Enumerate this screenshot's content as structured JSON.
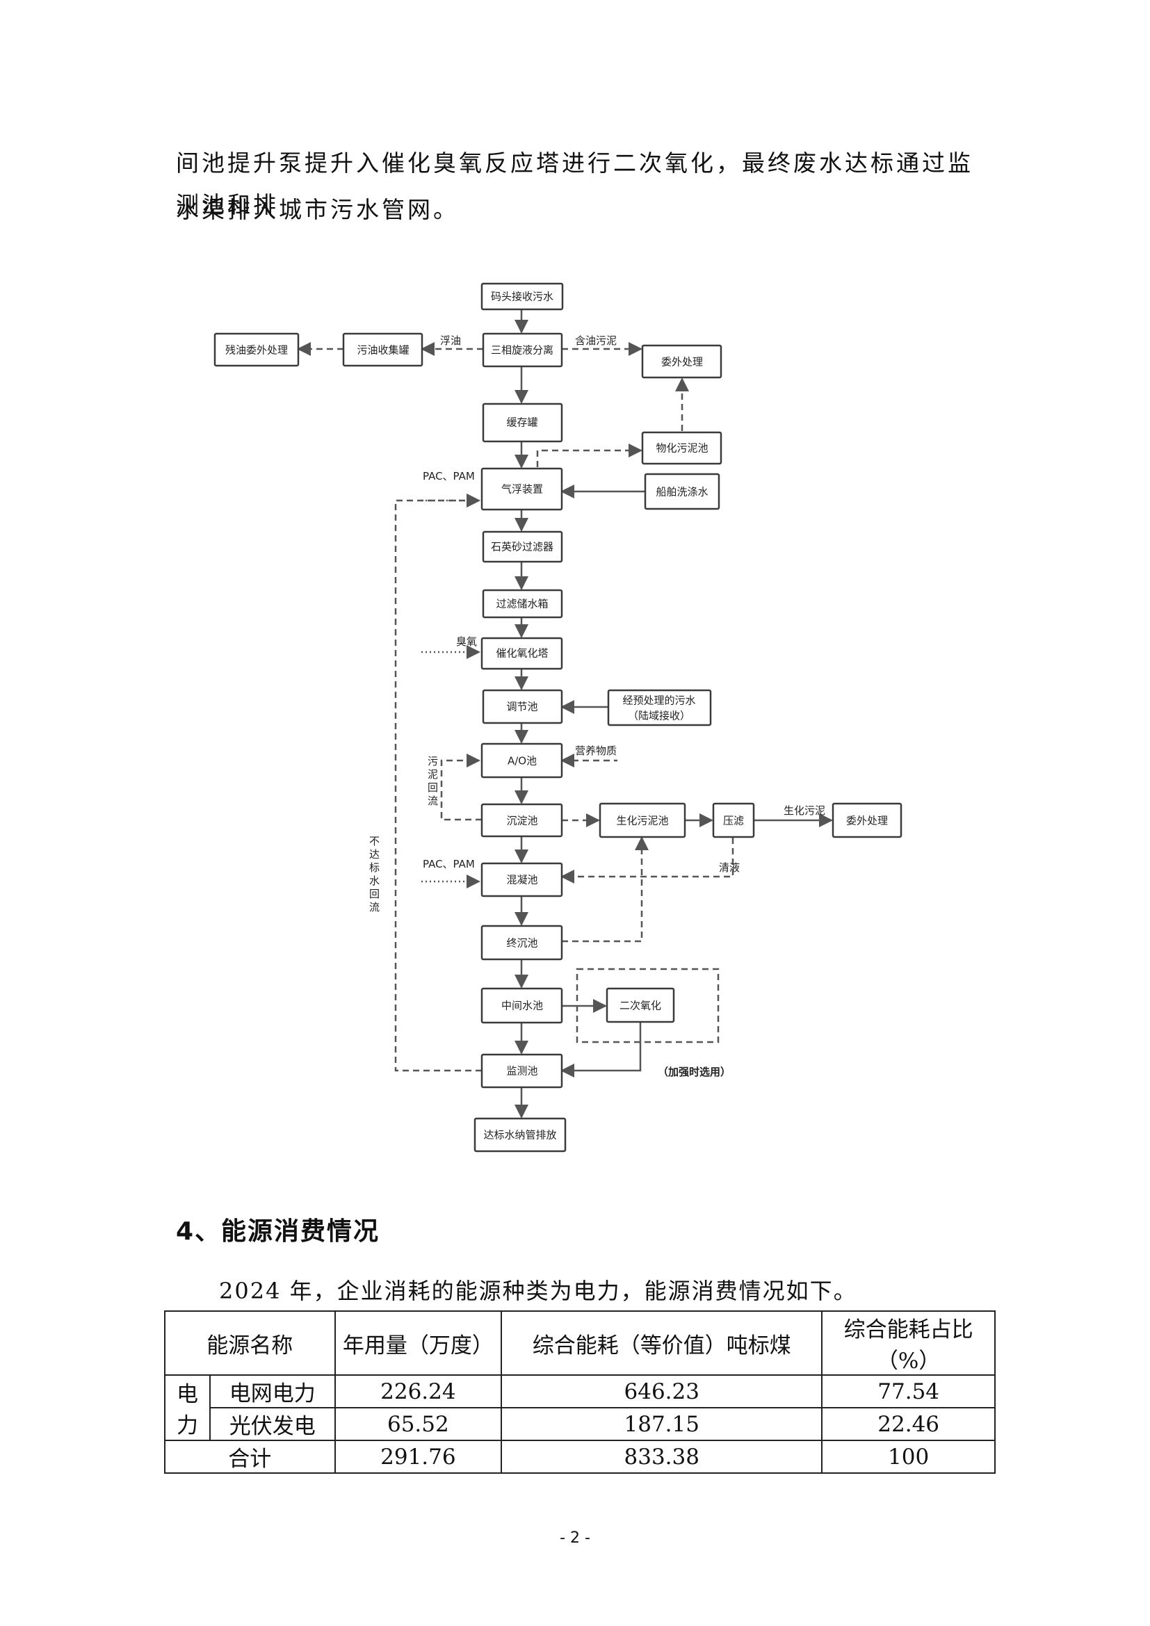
{
  "paragraph": {
    "line1": "间池提升泵提升入催化臭氧反应塔进行二次氧化，最终废水达标通过监测池和排",
    "line2": "水渠排入城市污水管网。"
  },
  "flow": {
    "nodes": {
      "n1": "码头接收污水",
      "n2": "三相旋液分离",
      "n3": "缓存罐",
      "n4": "气浮装置",
      "n5": "石英砂过滤器",
      "n6": "过滤储水箱",
      "n7": "催化氧化塔",
      "n8": "调节池",
      "n9": "A/O池",
      "n10": "沉淀池",
      "n11": "混凝池",
      "n12": "终沉池",
      "n13": "中间水池",
      "n14": "监测池",
      "n15": "达标水纳管排放",
      "oil_tank": "污油收集罐",
      "oil_out": "残油委外处理",
      "outsource1": "委外处理",
      "physchem_sludge": "物化污泥池",
      "ship_wash": "船舶洗涤水",
      "pretreated_1": "经预处理的污水",
      "pretreated_2": "（陆域接收）",
      "bio_sludge": "生化污泥池",
      "press": "压滤",
      "outsource2": "委外处理",
      "secondary_ox": "二次氧化"
    },
    "labels": {
      "float_oil": "浮油",
      "oily_sludge": "含油污泥",
      "pac_pam_1": "PAC、PAM",
      "ozone": "臭氧",
      "nutrients": "营养物质",
      "sludge_return": [
        "污",
        "泥",
        "回",
        "流"
      ],
      "not_standard_return": [
        "不",
        "达",
        "标",
        "水",
        "回",
        "流"
      ],
      "pac_pam_2": "PAC、PAM",
      "filtrate": "清液",
      "bio_sludge_label": "生化污泥",
      "enhanced": "（加强时选用）"
    }
  },
  "section": {
    "heading": "4、能源消费情况",
    "intro": "2024 年，企业消耗的能源种类为电力，能源消费情况如下。"
  },
  "table": {
    "header": {
      "name": "能源名称",
      "usage": "年用量（万度）",
      "energy": "综合能耗（等价值）吨标煤",
      "ratio_1": "综合能耗占比",
      "ratio_2": "（%）"
    },
    "group_label_1": "电",
    "group_label_2": "力",
    "rows": [
      {
        "name": "电网电力",
        "usage": "226.24",
        "energy": "646.23",
        "ratio": "77.54"
      },
      {
        "name": "光伏发电",
        "usage": "65.52",
        "energy": "187.15",
        "ratio": "22.46"
      }
    ],
    "total": {
      "name": "合计",
      "usage": "291.76",
      "energy": "833.38",
      "ratio": "100"
    }
  },
  "page_number": "- 2 -"
}
